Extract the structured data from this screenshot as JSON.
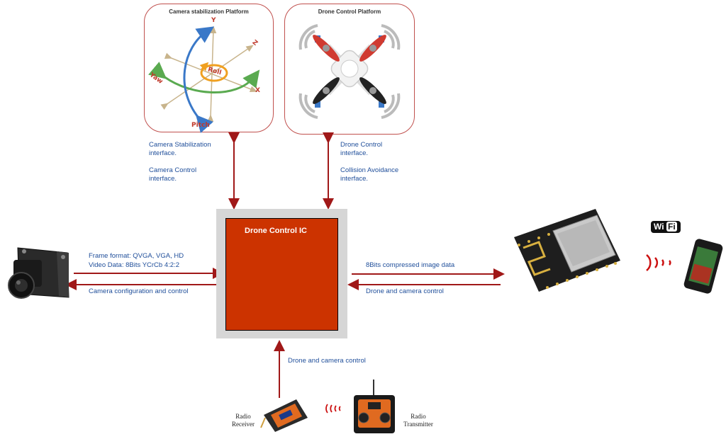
{
  "panels": {
    "camera_platform_title": "Camera stabilization Platform",
    "drone_platform_title": "Drone Control Platform"
  },
  "axes": {
    "y": "Y",
    "z": "Z",
    "x": "X",
    "roll": "Roll",
    "yaw": "Yaw",
    "pitch": "Pitch"
  },
  "interfaces": {
    "camera_stab_1": "Camera Stabilization",
    "camera_stab_2": "interface.",
    "camera_ctrl_1": "Camera Control",
    "camera_ctrl_2": "interface.",
    "drone_ctrl_1": "Drone Control",
    "drone_ctrl_2": "interface.",
    "collision_1": "Collision Avoidance",
    "collision_2": "interface."
  },
  "ic": {
    "title": "Drone Control IC"
  },
  "camera_link": {
    "frame_format": "Frame format: QVGA, VGA, HD",
    "video_data": "Video Data: 8Bits YCrCb 4:2:2",
    "config": "Camera configuration and control"
  },
  "wifi_link": {
    "compressed": "8Bits compressed image data",
    "control": "Drone and camera control"
  },
  "radio_link": {
    "control": "Drone and camera control"
  },
  "devices": {
    "wifi_logo_wi": "Wi",
    "wifi_logo_fi": "Fi",
    "receiver_1": "Radio",
    "receiver_2": "Receiver",
    "transmitter_1": "Radio",
    "transmitter_2": "Transmitter"
  },
  "colors": {
    "arrow": "#a01818",
    "ic": "#cc3300",
    "panel_border": "#c0504d",
    "label": "#1f4e9a"
  }
}
